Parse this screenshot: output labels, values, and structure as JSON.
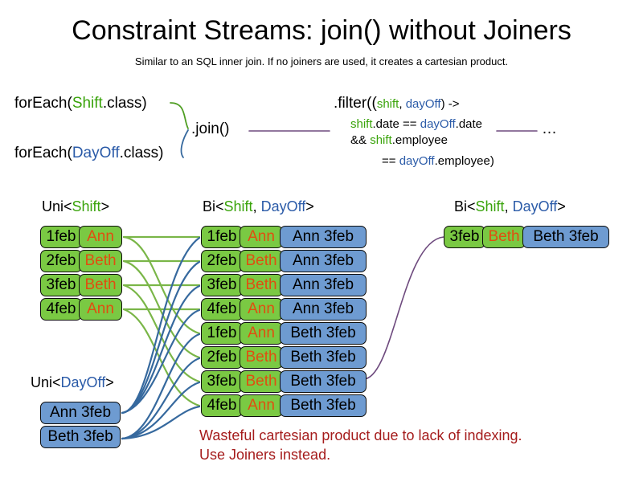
{
  "slide": {
    "title": "Constraint Streams: join() without Joiners",
    "subtitle": "Similar to an SQL inner join. If no joiners are used, it creates a cartesian product."
  },
  "colors": {
    "shift_green": "#39a30a",
    "dayoff_blue": "#2b5ba8",
    "box_green": "#7ac943",
    "box_blue": "#6e9bd1",
    "name_orange": "#e04e10",
    "warning_red": "#a51c1c",
    "wire_green": "#7ab648",
    "wire_blue": "#36699e",
    "wire_purple": "#6e4a7e"
  },
  "code": {
    "foreach_shift": {
      "pre": "forEach(",
      "type": "Shift",
      "post": ".class)"
    },
    "foreach_dayoff": {
      "pre": "forEach(",
      "type": "DayOff",
      "post": ".class)"
    },
    "join_label": ".join()",
    "ellipsis": "…",
    "filter": {
      "line1": {
        "a": ".filter((",
        "shift": "shift",
        "comma": ", ",
        "dayoff": "dayOff",
        "b": ") ->"
      },
      "line2": {
        "shift": "shift",
        "a": ".date == ",
        "dayoff": "dayOff",
        "b": ".date"
      },
      "line3": {
        "a": "&& ",
        "shift": "shift",
        "b": ".employee"
      },
      "line4": {
        "a": "== ",
        "dayoff": "dayOff",
        "b": ".employee)"
      }
    }
  },
  "streams": {
    "uni_shift": {
      "header": {
        "pre": "Uni<",
        "type": "Shift",
        "post": ">"
      },
      "rows": [
        {
          "date": "1feb",
          "name": "Ann"
        },
        {
          "date": "2feb",
          "name": "Beth"
        },
        {
          "date": "3feb",
          "name": "Beth"
        },
        {
          "date": "4feb",
          "name": "Ann"
        }
      ]
    },
    "uni_dayoff": {
      "header": {
        "pre": "Uni<",
        "type": "DayOff",
        "post": ">"
      },
      "rows": [
        {
          "label": "Ann 3feb"
        },
        {
          "label": "Beth 3feb"
        }
      ]
    },
    "bi_middle": {
      "header": {
        "pre": "Bi<",
        "type1": "Shift",
        "comma": ", ",
        "type2": "DayOff",
        "post": ">"
      },
      "rows": [
        {
          "date": "1feb",
          "name": "Ann",
          "dayoff": "Ann 3feb"
        },
        {
          "date": "2feb",
          "name": "Beth",
          "dayoff": "Ann 3feb"
        },
        {
          "date": "3feb",
          "name": "Beth",
          "dayoff": "Ann 3feb"
        },
        {
          "date": "4feb",
          "name": "Ann",
          "dayoff": "Ann 3feb"
        },
        {
          "date": "1feb",
          "name": "Ann",
          "dayoff": "Beth 3feb"
        },
        {
          "date": "2feb",
          "name": "Beth",
          "dayoff": "Beth 3feb"
        },
        {
          "date": "3feb",
          "name": "Beth",
          "dayoff": "Beth 3feb"
        },
        {
          "date": "4feb",
          "name": "Ann",
          "dayoff": "Beth 3feb"
        }
      ]
    },
    "bi_right": {
      "header": {
        "pre": "Bi<",
        "type1": "Shift",
        "comma": ", ",
        "type2": "DayOff",
        "post": ">"
      },
      "rows": [
        {
          "date": "3feb",
          "name": "Beth",
          "dayoff": "Beth 3feb"
        }
      ]
    }
  },
  "warning": {
    "line1": "Wasteful cartesian product due to lack of indexing.",
    "line2": "Use Joiners instead."
  }
}
